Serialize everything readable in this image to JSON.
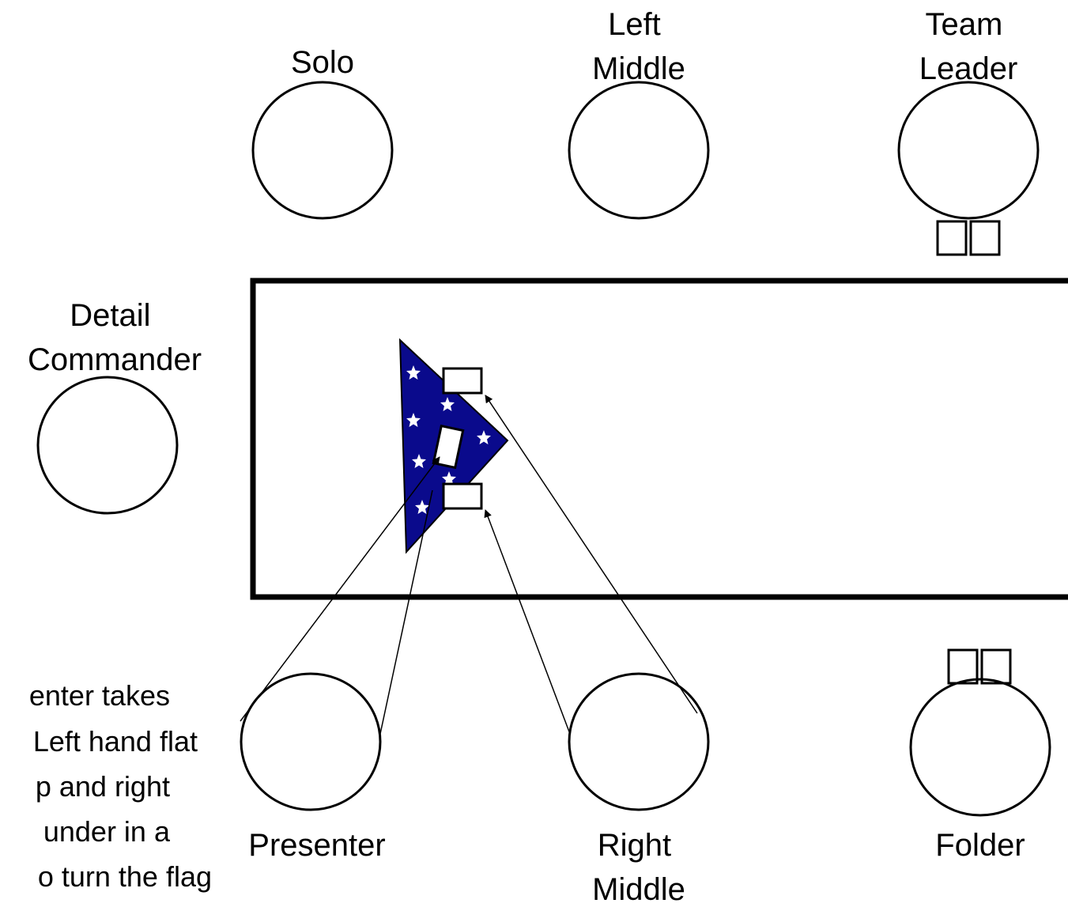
{
  "roles": {
    "solo": {
      "label": [
        "Solo"
      ]
    },
    "left_middle": {
      "label": [
        "Left",
        "Middle"
      ]
    },
    "team_leader": {
      "label": [
        "Team",
        "Leader"
      ]
    },
    "detail_commander": {
      "label": [
        "Detail",
        "Commander"
      ]
    },
    "presenter": {
      "label": [
        "Presenter"
      ]
    },
    "right_middle": {
      "label": [
        "Right",
        "Middle"
      ]
    },
    "folder": {
      "label": [
        "Folder"
      ]
    }
  },
  "note": {
    "lines": [
      "enter takes",
      "Left hand flat",
      "p and right",
      "under in a",
      "o turn the flag"
    ]
  },
  "colors": {
    "flag_field": "#0a0a8c",
    "stroke": "#000000",
    "star": "#ffffff"
  },
  "icons": {
    "flag": "folded-flag-triangle",
    "star": "star",
    "hand": "hand-rectangle",
    "glove": "glove-square"
  }
}
